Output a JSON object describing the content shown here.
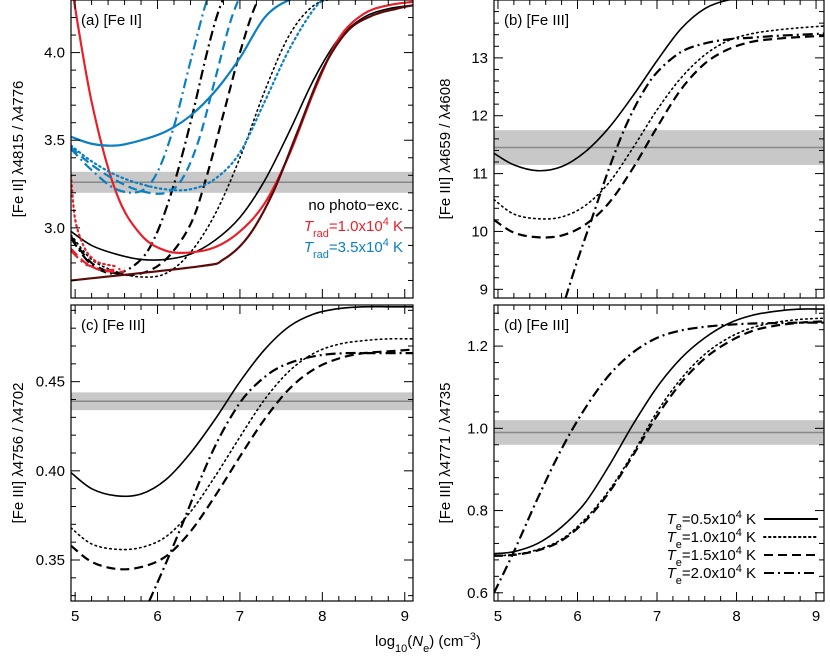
{
  "figure": {
    "xlabel_main": "log",
    "xlabel_sub": "10",
    "xlabel_mid": "(",
    "xlabel_var": "N",
    "xlabel_var_sub": "e",
    "xlabel_unit": ") (cm",
    "xlabel_unit_sup": "−3",
    "xlabel_close": ")"
  },
  "colors": {
    "black": "#000000",
    "red": "#e8202a",
    "blue": "#0a7fc2",
    "darkred": "#5a0a0a",
    "band": "#c8c8c8",
    "bandline": "#888888"
  },
  "chart_data": [
    {
      "type": "line",
      "title": "(a) [Fe II]",
      "ylabel": "[Fe II] λ4815 / λ4776",
      "xlim": [
        4.95,
        9.1
      ],
      "ylim": [
        2.6,
        4.3
      ],
      "yticks": [
        3.0,
        3.5,
        4.0
      ],
      "ytick_labels": [
        "3.0",
        "3.5",
        "4.0"
      ],
      "xticks": [
        5,
        6,
        7,
        8,
        9
      ],
      "xtick_labels": [
        "",
        "",
        "",
        "",
        ""
      ],
      "observed": {
        "value": 3.26,
        "low": 3.2,
        "high": 3.32
      },
      "legend": [
        {
          "text": "no photo−exc.",
          "color": "#000000"
        },
        {
          "text": "T",
          "sub": "rad",
          "rest": "=1.0x10",
          "sup": "4",
          "tail": " K",
          "color": "#e8202a"
        },
        {
          "text": "T",
          "sub": "rad",
          "rest": "=3.5x10",
          "sup": "4",
          "tail": " K",
          "color": "#0a7fc2"
        }
      ],
      "series": [
        {
          "color": "#000000",
          "dash": "solid",
          "x": [
            4.95,
            5.2,
            5.5,
            5.8,
            6.1,
            6.4,
            6.7,
            7.0,
            7.3,
            7.6,
            7.9,
            8.2,
            8.5,
            8.8,
            9.1
          ],
          "y": [
            2.98,
            2.9,
            2.85,
            2.82,
            2.82,
            2.85,
            2.93,
            3.06,
            3.27,
            3.55,
            3.85,
            4.08,
            4.2,
            4.25,
            4.27
          ]
        },
        {
          "color": "#000000",
          "dash": "dotted",
          "x": [
            4.95,
            5.2,
            5.5,
            5.8,
            6.1,
            6.4,
            6.7,
            7.0,
            7.3,
            7.6,
            7.9,
            8.2
          ],
          "y": [
            2.96,
            2.82,
            2.75,
            2.72,
            2.74,
            2.86,
            3.08,
            3.4,
            3.78,
            4.1,
            4.27,
            4.31
          ]
        },
        {
          "color": "#000000",
          "dash": "dashed",
          "x": [
            4.95,
            5.2,
            5.5,
            5.8,
            6.1,
            6.4,
            6.6,
            6.8,
            7.0,
            7.2,
            7.4
          ],
          "y": [
            2.95,
            2.8,
            2.74,
            2.74,
            2.82,
            3.02,
            3.3,
            3.65,
            4.0,
            4.28,
            4.4
          ]
        },
        {
          "color": "#000000",
          "dash": "dashdot",
          "x": [
            4.95,
            5.2,
            5.5,
            5.8,
            6.0,
            6.2,
            6.4,
            6.6,
            6.75,
            6.9
          ],
          "y": [
            2.94,
            2.79,
            2.74,
            2.82,
            2.98,
            3.25,
            3.6,
            4.0,
            4.25,
            4.4
          ]
        },
        {
          "color": "#e8202a",
          "dash": "solid",
          "x": [
            4.95,
            5.2,
            5.5,
            5.8,
            6.1,
            6.4,
            6.7,
            7.0,
            7.3,
            7.6,
            7.9,
            8.2,
            8.5,
            8.8,
            9.1
          ],
          "y": [
            4.4,
            3.72,
            3.2,
            2.96,
            2.87,
            2.86,
            2.89,
            2.98,
            3.14,
            3.42,
            3.78,
            4.08,
            4.22,
            4.27,
            4.29
          ]
        },
        {
          "color": "#e8202a",
          "dash": "dotted",
          "x": [
            4.95,
            5.0,
            5.1,
            5.2,
            5.3,
            5.5
          ],
          "y": [
            3.3,
            3.05,
            2.9,
            2.83,
            2.8,
            2.78
          ]
        },
        {
          "color": "#e8202a",
          "dash": "dashed",
          "x": [
            4.95,
            5.1,
            5.2,
            5.3,
            5.45,
            5.6
          ],
          "y": [
            2.88,
            2.81,
            2.78,
            2.76,
            2.75,
            2.75
          ]
        },
        {
          "color": "#e8202a",
          "dash": "dashdot",
          "x": [
            4.95,
            5.1,
            5.2,
            5.3,
            5.45,
            5.6
          ],
          "y": [
            2.87,
            2.8,
            2.78,
            2.76,
            2.76,
            2.77
          ]
        },
        {
          "color": "#0a7fc2",
          "dash": "solid",
          "x": [
            4.95,
            5.2,
            5.5,
            5.8,
            6.1,
            6.4,
            6.7,
            7.0,
            7.3,
            7.6,
            7.9,
            8.2,
            8.5,
            8.8,
            9.1
          ],
          "y": [
            3.52,
            3.48,
            3.47,
            3.5,
            3.55,
            3.64,
            3.78,
            3.97,
            4.2,
            4.3,
            4.32,
            4.32,
            4.32,
            4.32,
            4.32
          ]
        },
        {
          "color": "#0a7fc2",
          "dash": "dotted",
          "x": [
            4.95,
            5.2,
            5.5,
            5.8,
            6.1,
            6.4,
            6.7,
            7.0,
            7.3,
            7.6,
            7.9,
            8.1
          ],
          "y": [
            3.47,
            3.38,
            3.3,
            3.25,
            3.22,
            3.22,
            3.28,
            3.43,
            3.72,
            4.02,
            4.25,
            4.33
          ]
        },
        {
          "color": "#0a7fc2",
          "dash": "dashed",
          "x": [
            4.95,
            5.2,
            5.5,
            5.8,
            6.1,
            6.3,
            6.5,
            6.7,
            6.9,
            7.1
          ],
          "y": [
            3.46,
            3.36,
            3.27,
            3.21,
            3.2,
            3.28,
            3.5,
            3.85,
            4.2,
            4.42
          ]
        },
        {
          "color": "#0a7fc2",
          "dash": "dashdot",
          "x": [
            4.95,
            5.2,
            5.5,
            5.8,
            6.0,
            6.2,
            6.4,
            6.6,
            6.75
          ],
          "y": [
            3.45,
            3.33,
            3.22,
            3.21,
            3.32,
            3.58,
            3.95,
            4.3,
            4.45
          ]
        },
        {
          "color": "#5a0a0a",
          "dash": "solid",
          "x": [
            4.95,
            6.5,
            6.8,
            7.1,
            7.4,
            7.7,
            8.0,
            8.3,
            8.6,
            8.9,
            9.1
          ],
          "y": [
            2.7,
            2.78,
            2.82,
            2.95,
            3.2,
            3.55,
            3.9,
            4.12,
            4.21,
            4.25,
            4.27
          ]
        }
      ]
    },
    {
      "type": "line",
      "title": "(b) [Fe III]",
      "ylabel": "[Fe III] λ4659 / λ4608",
      "xlim": [
        4.95,
        9.1
      ],
      "ylim": [
        8.85,
        14.0
      ],
      "yticks": [
        9,
        10,
        11,
        12,
        13
      ],
      "ytick_labels": [
        "9",
        "10",
        "11",
        "12",
        "13"
      ],
      "xticks": [
        5,
        6,
        7,
        8,
        9
      ],
      "xtick_labels": [
        "",
        "",
        "",
        "",
        ""
      ],
      "observed": {
        "value": 11.45,
        "low": 11.15,
        "high": 11.75
      },
      "series": [
        {
          "color": "#000000",
          "dash": "solid",
          "x": [
            4.95,
            5.2,
            5.5,
            5.8,
            6.1,
            6.4,
            6.7,
            7.0,
            7.3,
            7.6,
            7.9,
            8.2
          ],
          "y": [
            11.35,
            11.15,
            11.05,
            11.12,
            11.38,
            11.8,
            12.35,
            12.95,
            13.5,
            13.85,
            14.0,
            14.05
          ]
        },
        {
          "color": "#000000",
          "dash": "dotted",
          "x": [
            4.95,
            5.2,
            5.5,
            5.8,
            6.1,
            6.4,
            6.7,
            7.0,
            7.3,
            7.6,
            7.9,
            8.2,
            8.5,
            8.8,
            9.1
          ],
          "y": [
            10.55,
            10.3,
            10.22,
            10.25,
            10.45,
            10.85,
            11.45,
            12.1,
            12.65,
            13.05,
            13.3,
            13.42,
            13.48,
            13.52,
            13.55
          ]
        },
        {
          "color": "#000000",
          "dash": "dashed",
          "x": [
            4.95,
            5.2,
            5.5,
            5.8,
            6.1,
            6.4,
            6.7,
            7.0,
            7.3,
            7.6,
            7.9,
            8.2,
            8.5,
            8.8,
            9.1
          ],
          "y": [
            10.2,
            9.98,
            9.9,
            9.93,
            10.12,
            10.5,
            11.1,
            11.8,
            12.45,
            12.9,
            13.15,
            13.28,
            13.33,
            13.36,
            13.38
          ]
        },
        {
          "color": "#000000",
          "dash": "dashdot",
          "x": [
            5.85,
            6.0,
            6.2,
            6.4,
            6.6,
            6.8,
            7.0,
            7.3,
            7.6,
            7.9,
            8.2,
            8.5,
            8.8,
            9.1
          ],
          "y": [
            8.85,
            9.5,
            10.3,
            11.1,
            11.8,
            12.35,
            12.75,
            13.1,
            13.25,
            13.32,
            13.35,
            13.38,
            13.4,
            13.42
          ]
        }
      ]
    },
    {
      "type": "line",
      "title": "(c) [Fe III]",
      "ylabel": "[Fe III] λ4756 / λ4702",
      "xlim": [
        4.95,
        9.1
      ],
      "ylim": [
        0.327,
        0.493
      ],
      "yticks": [
        0.35,
        0.4,
        0.45
      ],
      "ytick_labels": [
        "0.35",
        "0.40",
        "0.45"
      ],
      "xticks": [
        5,
        6,
        7,
        8,
        9
      ],
      "xtick_labels": [
        "5",
        "6",
        "7",
        "8",
        "9"
      ],
      "observed": {
        "value": 0.439,
        "low": 0.434,
        "high": 0.444
      },
      "series": [
        {
          "color": "#000000",
          "dash": "solid",
          "x": [
            4.95,
            5.2,
            5.5,
            5.8,
            6.1,
            6.4,
            6.7,
            7.0,
            7.3,
            7.6,
            7.9,
            8.2,
            8.5,
            8.8,
            9.1
          ],
          "y": [
            0.399,
            0.39,
            0.386,
            0.387,
            0.395,
            0.41,
            0.429,
            0.45,
            0.468,
            0.481,
            0.488,
            0.491,
            0.492,
            0.492,
            0.492
          ]
        },
        {
          "color": "#000000",
          "dash": "dotted",
          "x": [
            4.95,
            5.2,
            5.5,
            5.8,
            6.1,
            6.4,
            6.7,
            7.0,
            7.3,
            7.6,
            7.9,
            8.2,
            8.5,
            8.8,
            9.1
          ],
          "y": [
            0.368,
            0.359,
            0.356,
            0.357,
            0.363,
            0.377,
            0.397,
            0.419,
            0.44,
            0.456,
            0.466,
            0.471,
            0.473,
            0.474,
            0.474
          ]
        },
        {
          "color": "#000000",
          "dash": "dashed",
          "x": [
            4.95,
            5.2,
            5.5,
            5.8,
            6.1,
            6.4,
            6.7,
            7.0,
            7.3,
            7.6,
            7.9,
            8.2,
            8.5,
            8.8,
            9.1
          ],
          "y": [
            0.358,
            0.349,
            0.345,
            0.346,
            0.352,
            0.366,
            0.386,
            0.408,
            0.429,
            0.446,
            0.457,
            0.463,
            0.466,
            0.467,
            0.468
          ]
        },
        {
          "color": "#000000",
          "dash": "dashdot",
          "x": [
            5.9,
            6.1,
            6.3,
            6.5,
            6.7,
            6.9,
            7.1,
            7.4,
            7.7,
            8.0,
            8.3,
            8.6,
            8.9,
            9.1
          ],
          "y": [
            0.327,
            0.348,
            0.37,
            0.393,
            0.414,
            0.431,
            0.444,
            0.456,
            0.462,
            0.465,
            0.466,
            0.466,
            0.466,
            0.466
          ]
        }
      ]
    },
    {
      "type": "line",
      "title": "(d) [Fe III]",
      "ylabel": "[Fe III] λ4771 / λ4735",
      "xlim": [
        4.95,
        9.1
      ],
      "ylim": [
        0.58,
        1.3
      ],
      "yticks": [
        0.6,
        0.8,
        1.0,
        1.2
      ],
      "ytick_labels": [
        "0.6",
        "0.8",
        "1.0",
        "1.2"
      ],
      "xticks": [
        5,
        6,
        7,
        8,
        9
      ],
      "xtick_labels": [
        "5",
        "6",
        "7",
        "8",
        "9"
      ],
      "observed": {
        "value": 0.99,
        "low": 0.96,
        "high": 1.02
      },
      "legend": [
        {
          "text": "T",
          "sub": "e",
          "rest": "=0.5x10",
          "sup": "4",
          "tail": " K",
          "dash": "solid"
        },
        {
          "text": "T",
          "sub": "e",
          "rest": "=1.0x10",
          "sup": "4",
          "tail": " K",
          "dash": "dotted"
        },
        {
          "text": "T",
          "sub": "e",
          "rest": "=1.5x10",
          "sup": "4",
          "tail": " K",
          "dash": "dashed"
        },
        {
          "text": "T",
          "sub": "e",
          "rest": "=2.0x10",
          "sup": "4",
          "tail": " K",
          "dash": "dashdot"
        }
      ],
      "series": [
        {
          "color": "#000000",
          "dash": "solid",
          "x": [
            4.95,
            5.2,
            5.5,
            5.8,
            6.1,
            6.4,
            6.7,
            7.0,
            7.3,
            7.6,
            7.9,
            8.2,
            8.5,
            8.8,
            9.1
          ],
          "y": [
            0.695,
            0.7,
            0.72,
            0.76,
            0.82,
            0.91,
            1.01,
            1.1,
            1.17,
            1.22,
            1.255,
            1.275,
            1.285,
            1.29,
            1.29
          ]
        },
        {
          "color": "#000000",
          "dash": "dotted",
          "x": [
            4.95,
            5.2,
            5.5,
            5.8,
            6.1,
            6.4,
            6.7,
            7.0,
            7.3,
            7.6,
            7.9,
            8.2,
            8.5,
            8.8,
            9.1
          ],
          "y": [
            0.69,
            0.693,
            0.705,
            0.73,
            0.78,
            0.85,
            0.94,
            1.04,
            1.12,
            1.18,
            1.22,
            1.245,
            1.258,
            1.265,
            1.268
          ]
        },
        {
          "color": "#000000",
          "dash": "dashed",
          "x": [
            4.95,
            5.2,
            5.5,
            5.8,
            6.1,
            6.4,
            6.7,
            7.0,
            7.3,
            7.6,
            7.9,
            8.2,
            8.5,
            8.8,
            9.1
          ],
          "y": [
            0.69,
            0.692,
            0.703,
            0.727,
            0.775,
            0.845,
            0.935,
            1.03,
            1.11,
            1.17,
            1.21,
            1.237,
            1.25,
            1.257,
            1.26
          ]
        },
        {
          "color": "#000000",
          "dash": "dashdot",
          "x": [
            4.95,
            5.2,
            5.5,
            5.8,
            6.1,
            6.4,
            6.7,
            7.0,
            7.3,
            7.6,
            7.9,
            8.2,
            8.5,
            8.8,
            9.1
          ],
          "y": [
            0.6,
            0.7,
            0.83,
            0.95,
            1.05,
            1.13,
            1.185,
            1.22,
            1.238,
            1.247,
            1.252,
            1.255,
            1.256,
            1.257,
            1.257
          ]
        }
      ]
    }
  ]
}
